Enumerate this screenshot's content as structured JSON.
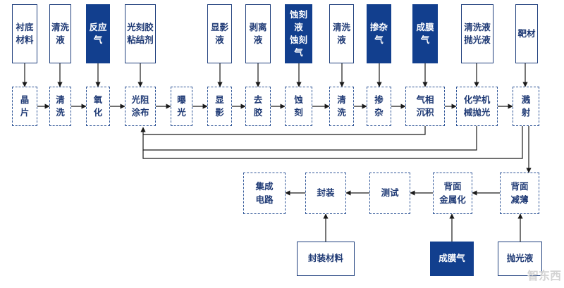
{
  "materials": [
    {
      "id": "m-substrate",
      "label": "衬底材料",
      "dark": false
    },
    {
      "id": "m-clean-1",
      "label": "清洗液",
      "dark": false
    },
    {
      "id": "m-reaction-gas",
      "label": "反应气",
      "dark": true
    },
    {
      "id": "m-photo",
      "label": "光刻胶\n粘结剂",
      "dark": false
    },
    {
      "id": "m-developer",
      "label": "显影液",
      "dark": false
    },
    {
      "id": "m-stripper",
      "label": "剥离液",
      "dark": false
    },
    {
      "id": "m-etch",
      "label": "蚀刻液\n蚀刻气",
      "dark": true
    },
    {
      "id": "m-clean-2",
      "label": "清洗液",
      "dark": false
    },
    {
      "id": "m-dopant",
      "label": "掺杂气",
      "dark": true
    },
    {
      "id": "m-film-gas",
      "label": "成膜气",
      "dark": true
    },
    {
      "id": "m-polish",
      "label": "清洗液\n抛光液",
      "dark": false
    },
    {
      "id": "m-target",
      "label": "靶材",
      "dark": false
    },
    {
      "id": "m-packaging",
      "label": "封装材料",
      "dark": false
    },
    {
      "id": "m-film-gas-2",
      "label": "成膜气",
      "dark": true
    },
    {
      "id": "m-polish-2",
      "label": "抛光液",
      "dark": false
    }
  ],
  "processes": [
    {
      "id": "p-wafer",
      "label": "晶\n片"
    },
    {
      "id": "p-clean-1",
      "label": "清\n洗"
    },
    {
      "id": "p-oxidation",
      "label": "氧\n化"
    },
    {
      "id": "p-coating",
      "label": "光阻\n涂布"
    },
    {
      "id": "p-exposure",
      "label": "曝\n光"
    },
    {
      "id": "p-develop",
      "label": "显\n影"
    },
    {
      "id": "p-strip",
      "label": "去\n胶"
    },
    {
      "id": "p-etch",
      "label": "蚀\n刻"
    },
    {
      "id": "p-clean-2",
      "label": "清\n洗"
    },
    {
      "id": "p-doping",
      "label": "掺\n杂"
    },
    {
      "id": "p-deposition",
      "label": "气相\n沉积"
    },
    {
      "id": "p-cmp",
      "label": "化学机\n械抛光"
    },
    {
      "id": "p-sputter",
      "label": "溅\n射"
    },
    {
      "id": "p-thinning",
      "label": "背面\n减薄"
    },
    {
      "id": "p-metallization",
      "label": "背面\n金属化"
    },
    {
      "id": "p-test",
      "label": "测试"
    },
    {
      "id": "p-packaging",
      "label": "封装"
    },
    {
      "id": "p-ic",
      "label": "集成\n电路"
    }
  ],
  "watermark": "智东西",
  "colors": {
    "line": "#1a1a1a",
    "dark_fill": "#123f8e",
    "text": "#1f3a75",
    "border": "#2f5597"
  }
}
